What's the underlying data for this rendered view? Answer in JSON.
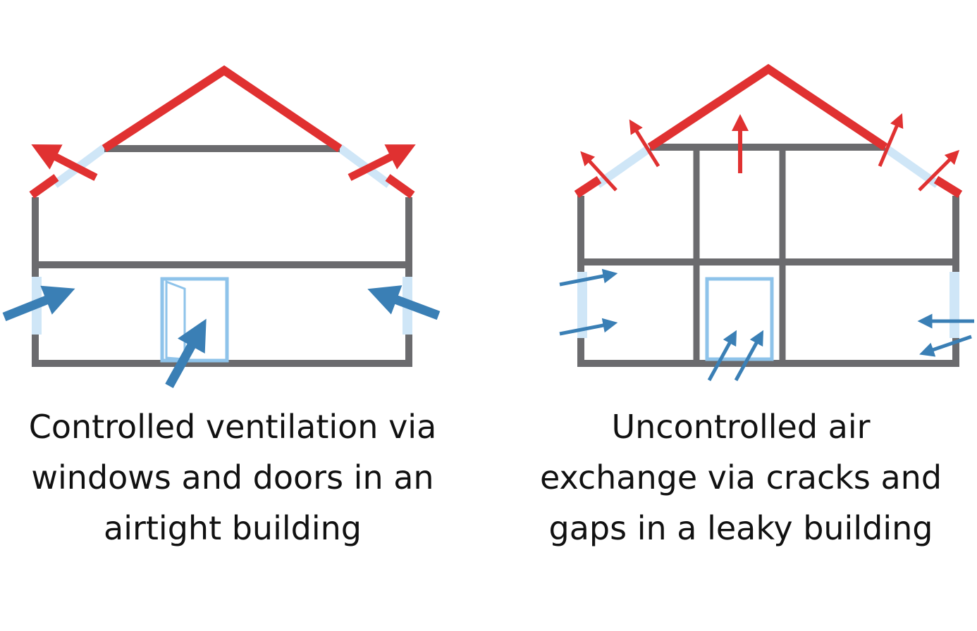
{
  "panels": [
    {
      "id": "airtight",
      "caption_lines": [
        "Controlled ventilation via",
        "windows and doors in an",
        "airtight building"
      ]
    },
    {
      "id": "leaky",
      "caption_lines": [
        "Uncontrolled air",
        "exchange via cracks and",
        "gaps in a leaky building"
      ]
    }
  ],
  "colors": {
    "roof_and_outflow": "#e03131",
    "wall": "#6b6b6e",
    "window_glass": "#cfe6f7",
    "door_frame": "#8ec3ea",
    "inflow_arrow": "#3a7fb5",
    "text": "#111111",
    "background": "#ffffff"
  }
}
